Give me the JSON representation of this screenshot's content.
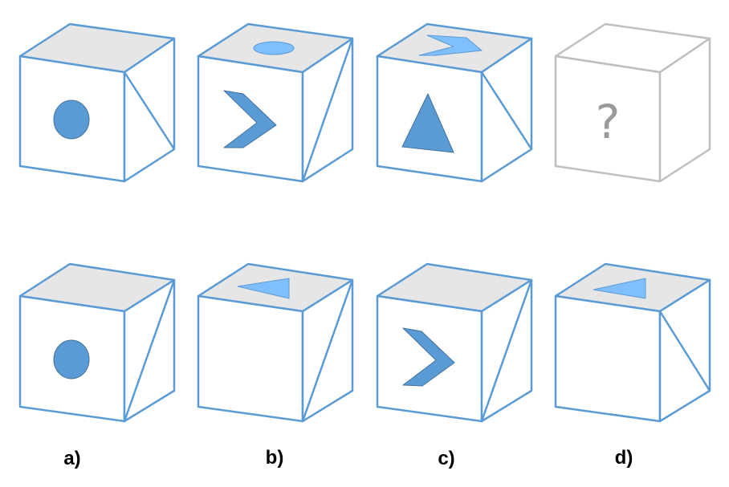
{
  "colors": {
    "edge": "#5b9bd5",
    "top_face": "#e6e6e6",
    "shape_fill": "#5b9bd5",
    "top_shape_fill": "#7fbfff",
    "question_edge": "#bfbfbf",
    "question_mark": "#9a9a9a"
  },
  "sequence": [
    {
      "front": "circle",
      "top": "none",
      "side": "diagonal-down"
    },
    {
      "front": "chevron",
      "top": "ellipse",
      "side": "diagonal-up"
    },
    {
      "front": "triangle",
      "top": "chevron",
      "side": "diagonal-down"
    },
    {
      "front": "question-mark",
      "top": "none",
      "side": "none",
      "question_mark": "?"
    }
  ],
  "options": [
    {
      "label": "a)",
      "front": "circle",
      "top": "none",
      "side": "diagonal-up"
    },
    {
      "label": "b)",
      "front": "none",
      "top": "triangle",
      "side": "diagonal-up"
    },
    {
      "label": "c)",
      "front": "chevron",
      "top": "none",
      "side": "diagonal-up"
    },
    {
      "label": "d)",
      "front": "none",
      "top": "triangle",
      "side": "diagonal-down"
    }
  ]
}
